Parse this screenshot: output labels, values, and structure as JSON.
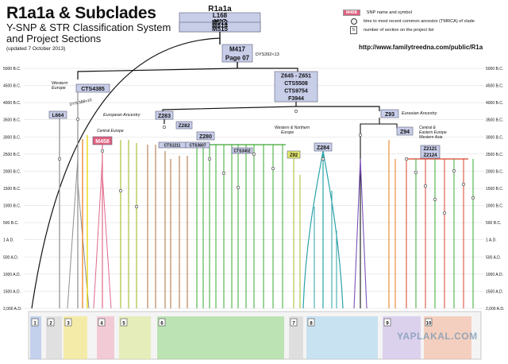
{
  "title": {
    "main": "R1a1a & Subclades",
    "sub1": "Y-SNP & STR Classification System",
    "sub2": "and Project Sections",
    "updated": "(updated 7 October 2013)"
  },
  "url": "http://www.familytreedna.com/public/R1a",
  "legend": {
    "snp_sample": "M458",
    "snp_text": "SNP name and symbol",
    "tmrca_text": "time to most recent common ancestor (TMRCA) of clade",
    "section_sample": "5",
    "section_text": "number of section on the project list"
  },
  "watermark": "YAPLAKAL.COM",
  "timeline": [
    "5000 B.C.",
    "4500 B.C.",
    "4000 B.C.",
    "3500 B.C.",
    "3000 B.C.",
    "2500 B.C.",
    "2000 B.C.",
    "1500 B.C.",
    "1000 B.C.",
    "500 B.C.",
    "1 A.D.",
    "500 A.D.",
    "1000 A.D.",
    "1500 A.D.",
    "2,000 A.D."
  ],
  "root": {
    "name": "R1a1a",
    "snps": [
      "L168",
      "M17",
      "M198",
      "M512",
      "M514",
      "M515"
    ]
  },
  "nodes": {
    "m417": [
      "M417",
      "Page 07"
    ],
    "m417_dys": "DYS392<13",
    "z645": [
      "Z645 - Z651",
      "CTS5508",
      "CTS9754",
      "F3944"
    ],
    "cts4385": "CTS4385",
    "l664": "L664",
    "dys388": "DYS 388=10",
    "z283": "Z283",
    "z282": "Z282",
    "z280": "Z280",
    "m458": "M458",
    "cts1211": "CTS1211",
    "cts3607": "CTS3607",
    "cts3402": "CTS3402",
    "z92": "Z92",
    "z284": "Z284",
    "z93": "Z93",
    "z94": "Z94",
    "z2121": [
      "Z2121",
      "Z2124"
    ]
  },
  "regions": {
    "western_europe": [
      "Western",
      "Europe"
    ],
    "european_ancestry": "European Ancestry",
    "central_europe": "Central Europe",
    "western_northern": [
      "Western & Northern",
      "Europe"
    ],
    "eurasian_ancestry": "Eurasian Ancestry",
    "central_eastern": [
      "Central &",
      "Eastern Europe",
      "Western Asia"
    ]
  },
  "sections": [
    "1",
    "2",
    "3",
    "4",
    "5",
    "6",
    "7",
    "8",
    "9",
    "10"
  ],
  "colors": {
    "gray": "#8e8e8e",
    "orange": "#e8862a",
    "yellow": "#e8d200",
    "pink": "#e06a8a",
    "olive": "#a8c23a",
    "green": "#3aa832",
    "brown": "#b47a4a",
    "teal": "#2aa2a8",
    "blue": "#2e82c8",
    "purple": "#7a52b8",
    "red": "#d8402a",
    "node_fill": "#c8cde8",
    "node_stroke": "#5a5f7a"
  }
}
